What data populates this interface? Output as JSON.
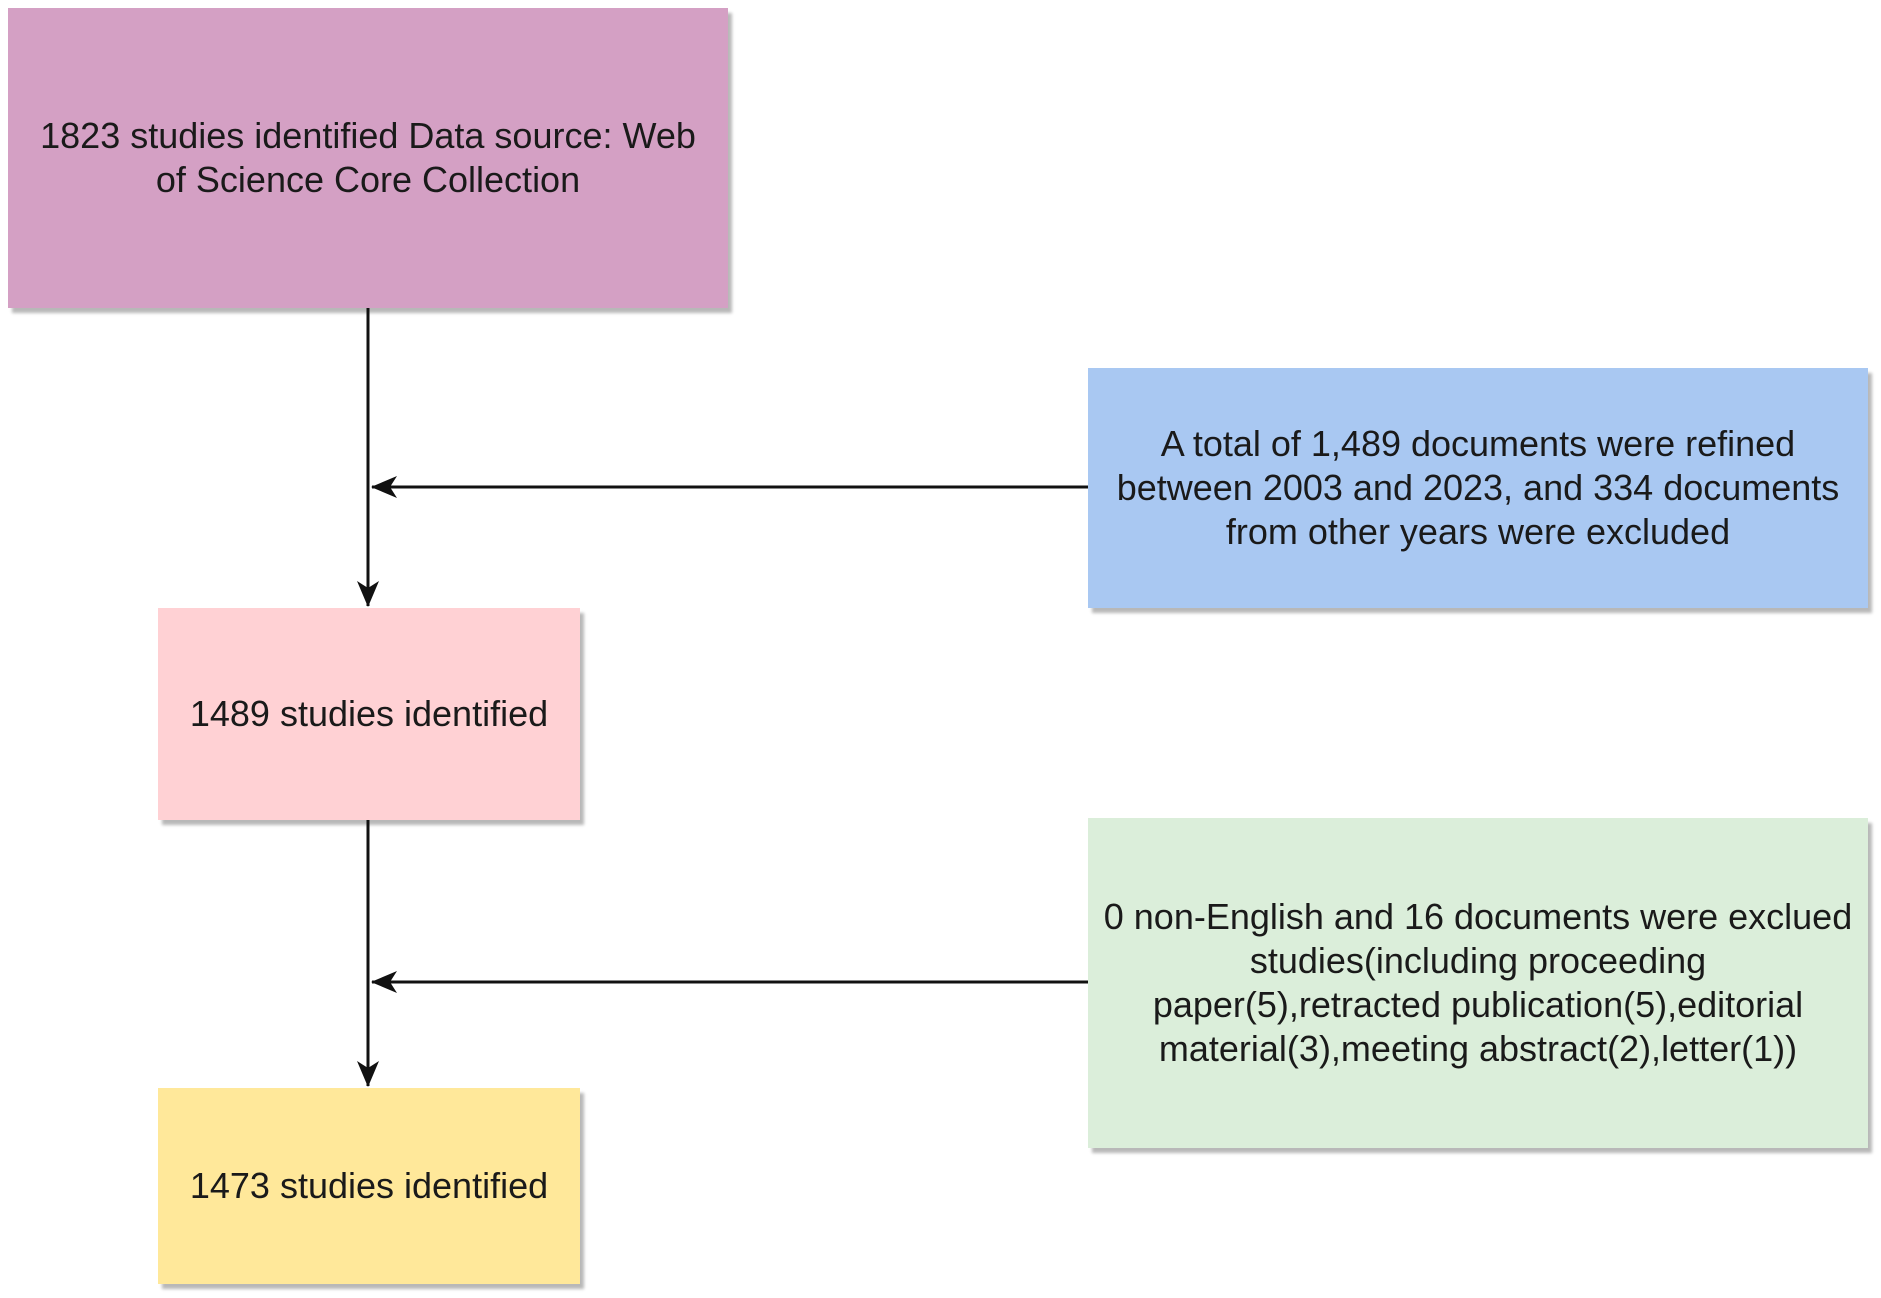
{
  "flowchart": {
    "source_box": {
      "text": "1823 studies identified Data source: Web of Science Core Collection",
      "color": "#d4a0c4"
    },
    "refined_box": {
      "text": "A total of 1,489 documents were refined between 2003 and 2023, and 334 documents from other years were excluded",
      "color": "#a9c8f2"
    },
    "identified_1489_box": {
      "text": "1489 studies identified",
      "color": "#ffd1d4"
    },
    "excluded_box": {
      "text": "0 non-English and 16 documents were exclued studies(including proceeding paper(5),retracted publication(5),editorial material(3),meeting abstract(2),letter(1))",
      "color": "#dbeeda"
    },
    "identified_1473_box": {
      "text": "1473 studies identified",
      "color": "#ffe89a"
    },
    "connector_color": "#111111"
  }
}
